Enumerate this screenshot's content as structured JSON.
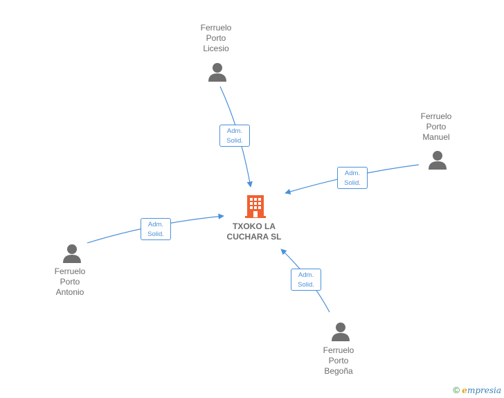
{
  "company": {
    "line1": "TXOKO LA",
    "line2": "CUCHARA  SL",
    "icon": "building-icon",
    "color": "#f06030"
  },
  "people": [
    {
      "id": "licesio",
      "line1": "Ferruelo",
      "line2": "Porto",
      "line3": "Licesio",
      "role1": "Adm.",
      "role2": "Solid."
    },
    {
      "id": "manuel",
      "line1": "Ferruelo",
      "line2": "Porto",
      "line3": "Manuel",
      "role1": "Adm.",
      "role2": "Solid."
    },
    {
      "id": "antonio",
      "line1": "Ferruelo",
      "line2": "Porto",
      "line3": "Antonio",
      "role1": "Adm.",
      "role2": "Solid."
    },
    {
      "id": "begona",
      "line1": "Ferruelo",
      "line2": "Porto",
      "line3": "Begoña",
      "role1": "Adm.",
      "role2": "Solid."
    }
  ],
  "colors": {
    "edge": "#4a90d9",
    "person": "#6e6e6e",
    "text": "#6b6b6b"
  },
  "footer": {
    "copyright": "©",
    "brand_first": "e",
    "brand_rest": "mpresia"
  }
}
